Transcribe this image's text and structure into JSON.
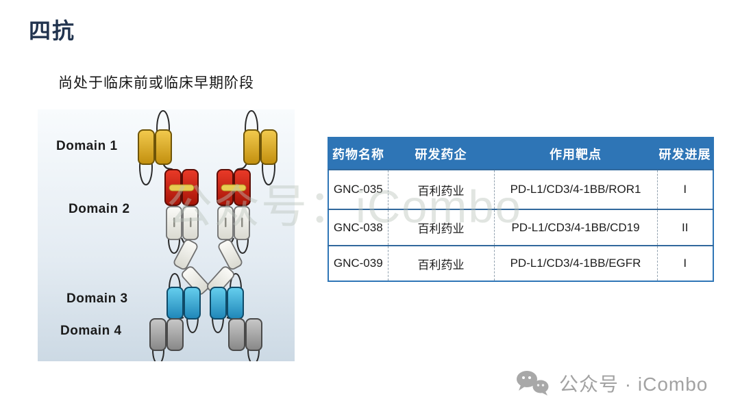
{
  "slide": {
    "title": "四抗",
    "subtitle": "尚处于临床前或临床早期阶段"
  },
  "diagram": {
    "description": "tetra-specific antibody structure schematic",
    "domain_labels": [
      "Domain 1",
      "Domain 2",
      "Domain 3",
      "Domain 4"
    ],
    "colors": {
      "domain1_yellow": "#E0A81C",
      "domain2_red": "#CE2418",
      "domain2_linker_yellow": "#E8CC52",
      "constant_white": "#F2F2EC",
      "domain3_blue": "#3BA5D6",
      "domain4_gray": "#9C9C9C",
      "panel_bg_bottom": "#CCD9E4"
    }
  },
  "table": {
    "header_bg": "#2E75B6",
    "headers": [
      "药物名称",
      "研发药企",
      "作用靶点",
      "研发进展"
    ],
    "rows": [
      {
        "name": "GNC-035",
        "company": "百利药业",
        "targets": "PD-L1/CD3/4-1BB/ROR1",
        "phase": "I"
      },
      {
        "name": "GNC-038",
        "company": "百利药业",
        "targets": "PD-L1/CD3/4-1BB/CD19",
        "phase": "II"
      },
      {
        "name": "GNC-039",
        "company": "百利药业",
        "targets": "PD-L1/CD3/4-1BB/EGFR",
        "phase": "I"
      }
    ]
  },
  "watermark": {
    "text": "公众号：iCombo"
  },
  "footer": {
    "text": "公众号 · iCombo"
  }
}
